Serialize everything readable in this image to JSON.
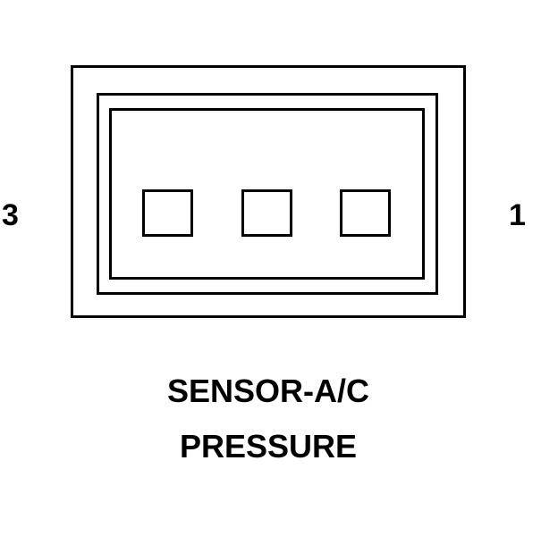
{
  "diagram": {
    "pin_label_left": "3",
    "pin_label_right": "1",
    "caption_line1": "SENSOR-A/C",
    "caption_line2": "PRESSURE"
  }
}
